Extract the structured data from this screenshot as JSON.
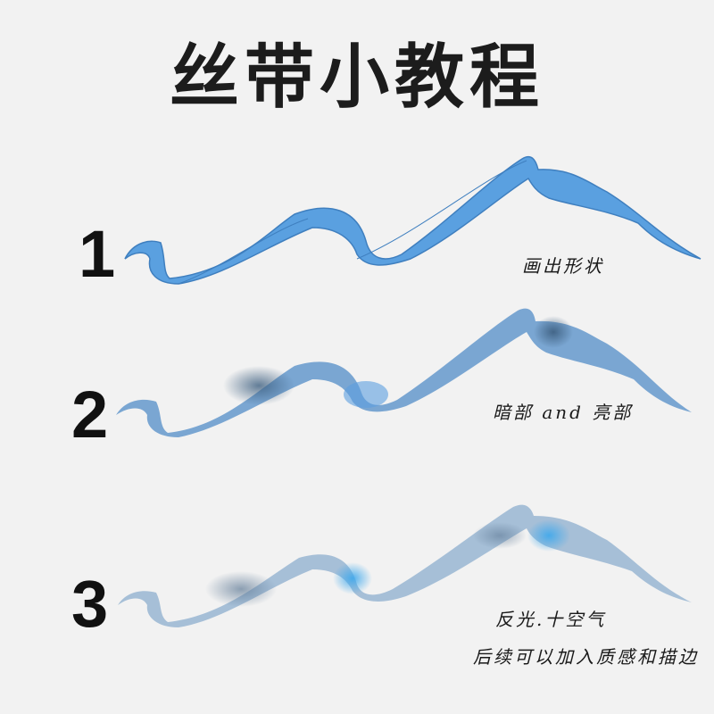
{
  "title": "丝带小教程",
  "colors": {
    "background": "#f2f2f2",
    "step1_fill": "#5aa0e0",
    "step1_outline": "#3f7fbf",
    "step2_base": "#6f9ecb",
    "step2_shadow": "#3d5f80",
    "step3_base": "#9bb7d2",
    "step3_shadow": "#5f7a96",
    "step3_highlight": "#4aa8e6"
  },
  "steps": [
    {
      "number": "1",
      "note": "画出形状"
    },
    {
      "number": "2",
      "note": "暗部 and 亮部"
    },
    {
      "number": "3",
      "note": "反光.十空气",
      "note2": "后续可以加入质感和描边"
    }
  ]
}
